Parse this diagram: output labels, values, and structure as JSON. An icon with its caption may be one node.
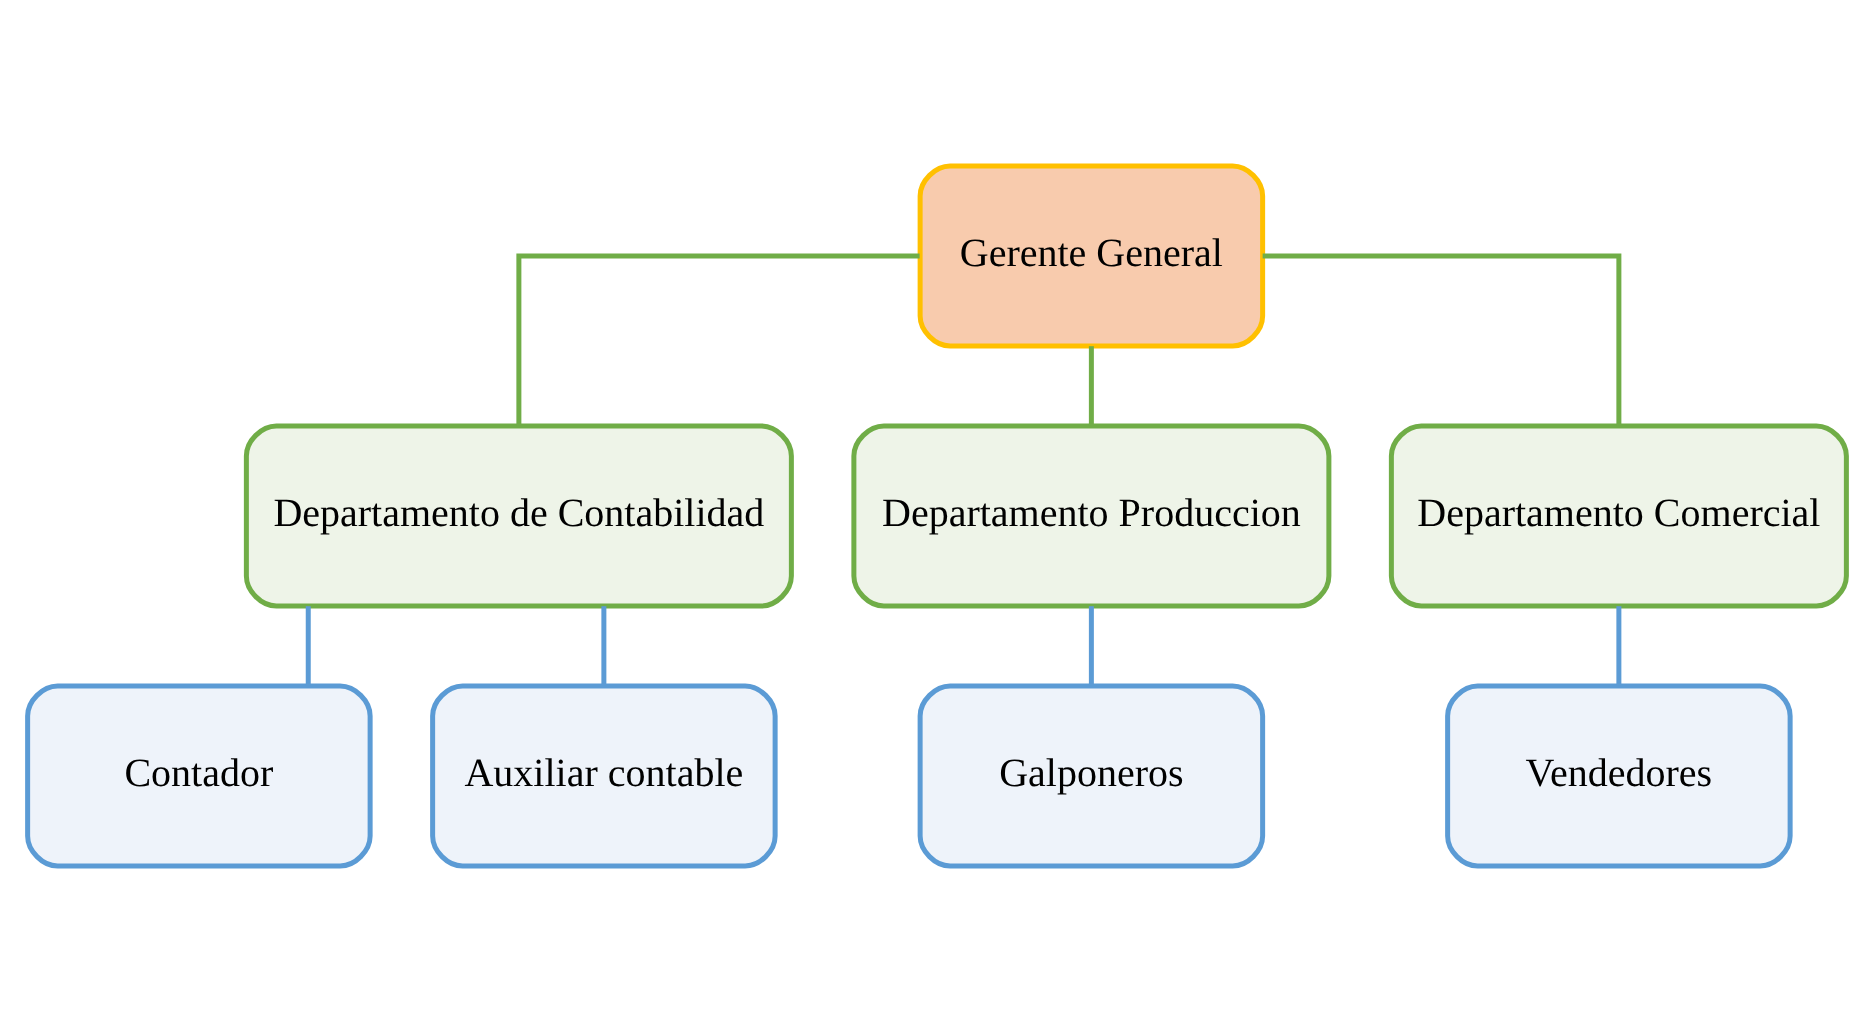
{
  "diagram": {
    "nodes": [
      {
        "text": [
          "Gerente General"
        ]
      },
      {
        "text": [
          "Departamento de Contabilidad"
        ]
      },
      {
        "text": [
          "Departamento Produccion"
        ]
      },
      {
        "text": [
          "Departamento Comercial"
        ]
      },
      {
        "text": [
          "Contador"
        ]
      },
      {
        "text": [
          "Auxiliar contable"
        ]
      },
      {
        "text": [
          "Galponeros"
        ]
      },
      {
        "text": [
          "Vendedores"
        ]
      }
    ],
    "edges": [
      {
        "from": 0,
        "to": 1,
        "arrow": "none",
        "color": "#70ad47"
      },
      {
        "from": 0,
        "to": 2,
        "arrow": "none",
        "color": "#70ad47"
      },
      {
        "from": 0,
        "to": 3,
        "arrow": "none",
        "color": "#70ad47"
      },
      {
        "from": 1,
        "to": 4,
        "arrow": "none"
      },
      {
        "from": 1,
        "to": 5,
        "arrow": "none"
      },
      {
        "from": 2,
        "to": 6,
        "arrow": "none"
      },
      {
        "from": 3,
        "to": 7,
        "arrow": "none"
      }
    ]
  }
}
